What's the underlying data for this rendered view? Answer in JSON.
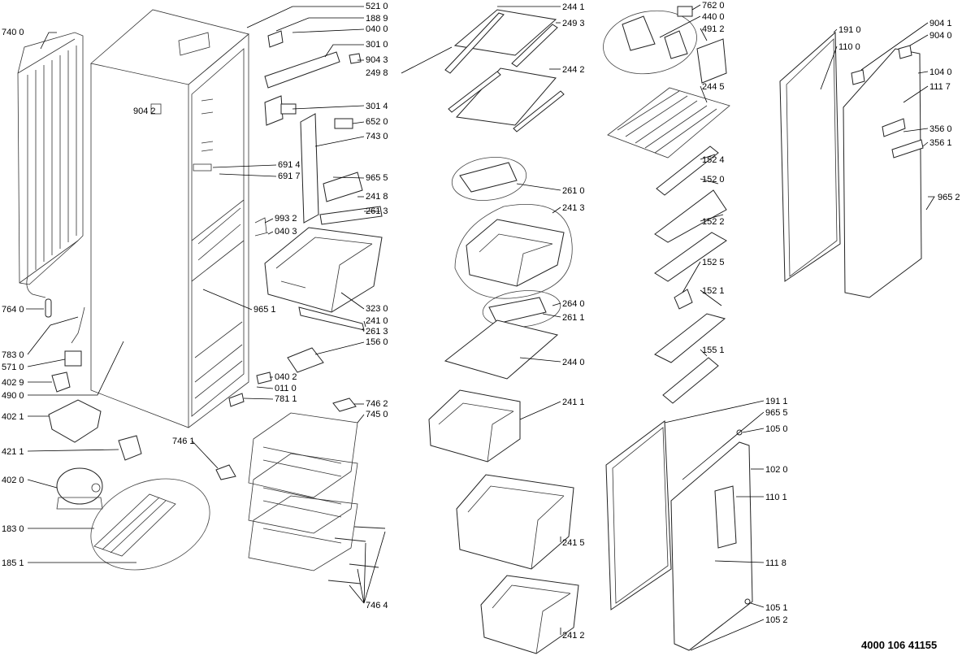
{
  "document_number": "4000 106 41155",
  "callouts": [
    {
      "id": "521_0",
      "text": "521 0"
    },
    {
      "id": "188_9",
      "text": "188 9"
    },
    {
      "id": "040_0",
      "text": "040 0"
    },
    {
      "id": "301_0",
      "text": "301 0"
    },
    {
      "id": "904_3",
      "text": "904 3"
    },
    {
      "id": "249_8",
      "text": "249 8"
    },
    {
      "id": "740_0",
      "text": "740 0"
    },
    {
      "id": "904_2",
      "text": "904 2"
    },
    {
      "id": "301_4",
      "text": "301 4"
    },
    {
      "id": "652_0",
      "text": "652 0"
    },
    {
      "id": "743_0",
      "text": "743 0"
    },
    {
      "id": "691_4",
      "text": "691 4"
    },
    {
      "id": "691_7",
      "text": "691 7"
    },
    {
      "id": "965_5a",
      "text": "965 5"
    },
    {
      "id": "241_8",
      "text": "241 8"
    },
    {
      "id": "261_3a",
      "text": "261 3"
    },
    {
      "id": "993_2",
      "text": "993 2"
    },
    {
      "id": "040_3",
      "text": "040 3"
    },
    {
      "id": "965_1",
      "text": "965 1"
    },
    {
      "id": "323_0",
      "text": "323 0"
    },
    {
      "id": "241_0",
      "text": "241 0"
    },
    {
      "id": "261_3b",
      "text": "261 3"
    },
    {
      "id": "156_0",
      "text": "156 0"
    },
    {
      "id": "764_0",
      "text": "764 0"
    },
    {
      "id": "783_0",
      "text": "783 0"
    },
    {
      "id": "571_0",
      "text": "571 0"
    },
    {
      "id": "402_9",
      "text": "402 9"
    },
    {
      "id": "490_0",
      "text": "490 0"
    },
    {
      "id": "040_2",
      "text": "040 2"
    },
    {
      "id": "011_0",
      "text": "011 0"
    },
    {
      "id": "781_1",
      "text": "781 1"
    },
    {
      "id": "402_1",
      "text": "402 1"
    },
    {
      "id": "746_2",
      "text": "746 2"
    },
    {
      "id": "745_0",
      "text": "745 0"
    },
    {
      "id": "746_1",
      "text": "746 1"
    },
    {
      "id": "421_1",
      "text": "421 1"
    },
    {
      "id": "402_0",
      "text": "402 0"
    },
    {
      "id": "183_0",
      "text": "183 0"
    },
    {
      "id": "185_1",
      "text": "185 1"
    },
    {
      "id": "746_4",
      "text": "746 4"
    },
    {
      "id": "244_1",
      "text": "244 1"
    },
    {
      "id": "249_3",
      "text": "249 3"
    },
    {
      "id": "244_2",
      "text": "244 2"
    },
    {
      "id": "261_0",
      "text": "261 0"
    },
    {
      "id": "241_3",
      "text": "241 3"
    },
    {
      "id": "264_0",
      "text": "264 0"
    },
    {
      "id": "261_1",
      "text": "261 1"
    },
    {
      "id": "244_0",
      "text": "244 0"
    },
    {
      "id": "241_1",
      "text": "241 1"
    },
    {
      "id": "241_5",
      "text": "241 5"
    },
    {
      "id": "241_2",
      "text": "241 2"
    },
    {
      "id": "762_0",
      "text": "762 0"
    },
    {
      "id": "440_0",
      "text": "440 0"
    },
    {
      "id": "491_2",
      "text": "491 2"
    },
    {
      "id": "244_5",
      "text": "244 5"
    },
    {
      "id": "152_4",
      "text": "152 4"
    },
    {
      "id": "152_0",
      "text": "152 0"
    },
    {
      "id": "152_2",
      "text": "152 2"
    },
    {
      "id": "152_5",
      "text": "152 5"
    },
    {
      "id": "152_1",
      "text": "152 1"
    },
    {
      "id": "155_1",
      "text": "155 1"
    },
    {
      "id": "191_0",
      "text": "191 0"
    },
    {
      "id": "110_0",
      "text": "110 0"
    },
    {
      "id": "904_1",
      "text": "904 1"
    },
    {
      "id": "904_0",
      "text": "904 0"
    },
    {
      "id": "104_0",
      "text": "104 0"
    },
    {
      "id": "111_7",
      "text": "111 7"
    },
    {
      "id": "356_0",
      "text": "356 0"
    },
    {
      "id": "356_1",
      "text": "356 1"
    },
    {
      "id": "965_2",
      "text": "965 2"
    },
    {
      "id": "191_1",
      "text": "191 1"
    },
    {
      "id": "965_5b",
      "text": "965 5"
    },
    {
      "id": "105_0",
      "text": "105 0"
    },
    {
      "id": "102_0",
      "text": "102 0"
    },
    {
      "id": "110_1",
      "text": "110 1"
    },
    {
      "id": "111_8",
      "text": "111 8"
    },
    {
      "id": "105_1",
      "text": "105 1"
    },
    {
      "id": "105_2",
      "text": "105 2"
    }
  ]
}
